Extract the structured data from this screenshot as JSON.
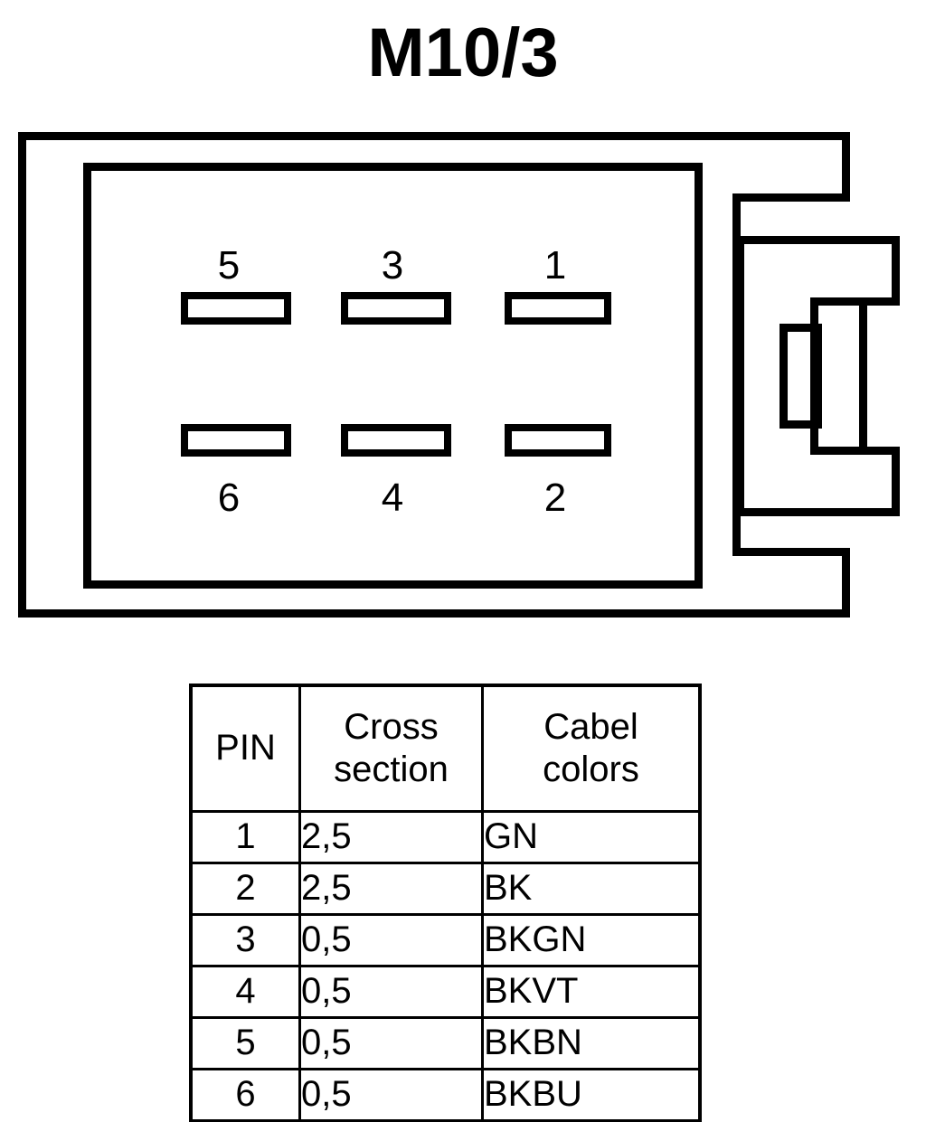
{
  "title": "M10/3",
  "connector": {
    "name": "6-way rectangular connector, front view with side latch",
    "pin_positions": {
      "top_row": [
        "5",
        "3",
        "1"
      ],
      "bottom_row": [
        "6",
        "4",
        "2"
      ]
    },
    "labels": {
      "pin5": "5",
      "pin3": "3",
      "pin1": "1",
      "pin6": "6",
      "pin4": "4",
      "pin2": "2"
    },
    "line_color": "#000000",
    "fill_color": "#ffffff"
  },
  "table": {
    "headers": [
      "PIN",
      "Cross section",
      "Cabel colors"
    ],
    "header_lines": {
      "pin": [
        "PIN"
      ],
      "cross": [
        "Cross",
        "section"
      ],
      "colors": [
        "Cabel",
        "colors"
      ]
    },
    "rows": [
      {
        "pin": "1",
        "cross_section": "2,5",
        "cable_colors": "GN"
      },
      {
        "pin": "2",
        "cross_section": "2,5",
        "cable_colors": "BK"
      },
      {
        "pin": "3",
        "cross_section": "0,5",
        "cable_colors": "BKGN"
      },
      {
        "pin": "4",
        "cross_section": "0,5",
        "cable_colors": "BKVT"
      },
      {
        "pin": "5",
        "cross_section": "0,5",
        "cable_colors": "BKBN"
      },
      {
        "pin": "6",
        "cross_section": "0,5",
        "cable_colors": "BKBU"
      }
    ]
  }
}
